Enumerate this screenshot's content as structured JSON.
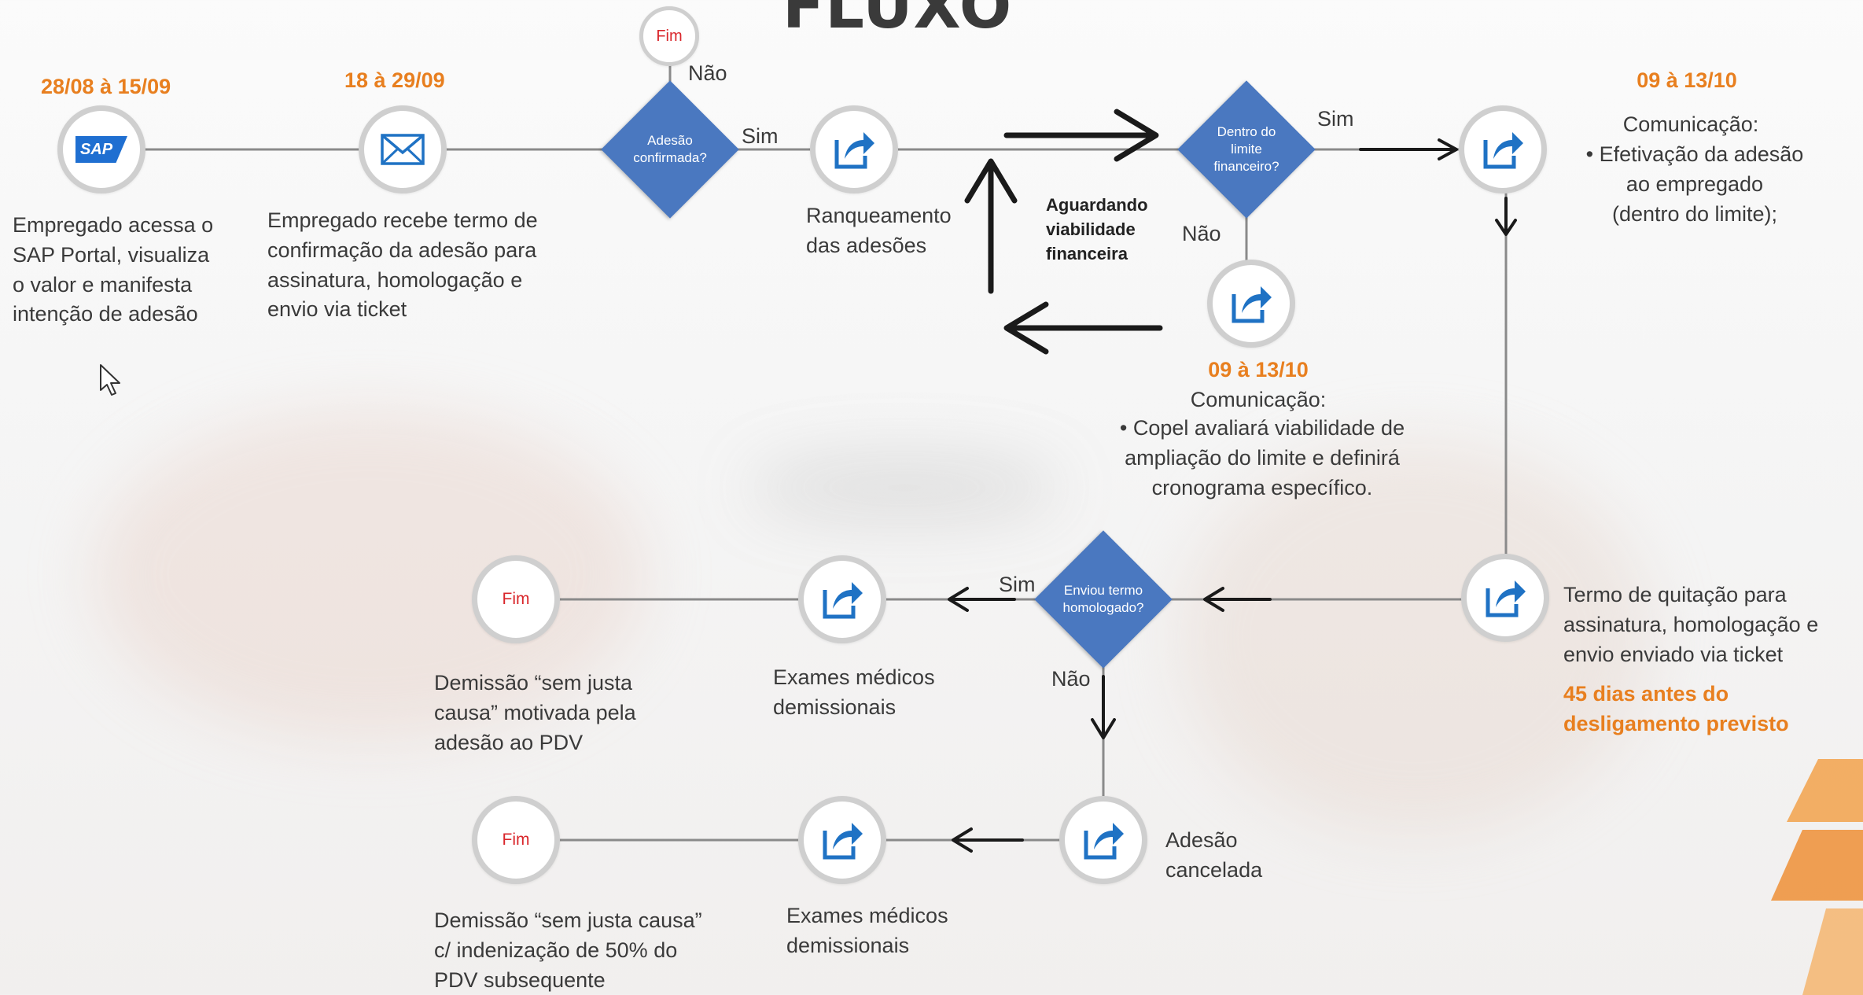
{
  "title": "FLUXO",
  "nodes": {
    "sap": {
      "logo_text": "SAP",
      "date": "28/08 à 15/09",
      "description": "Empregado acessa o\nSAP Portal, visualiza\no valor e manifesta\nintenção de adesão"
    },
    "email": {
      "date": "18 à 29/09",
      "description": "Empregado recebe termo de\nconfirmação da adesão para\nassinatura, homologação e\nenvio via ticket"
    },
    "decision_adesao": {
      "label": "Adesão\nconfirmada?",
      "yes": "Sim",
      "no": "Não",
      "end": "Fim"
    },
    "ranqueamento": {
      "description": "Ranqueamento\ndas adesões"
    },
    "aguardando": {
      "description": "Aguardando\nviabilidade\nfinanceira"
    },
    "decision_limite": {
      "label": "Dentro do\nlimite\nfinanceiro?",
      "yes": "Sim",
      "no": "Não"
    },
    "comunicacao_fora": {
      "date": "09 à 13/10",
      "heading": "Comunicação:",
      "bullet": "• Copel avaliará viabilidade de\nampliação do limite e definirá\ncronograma específico."
    },
    "comunicacao_dentro": {
      "date": "09 à 13/10",
      "heading": "Comunicação:",
      "bullet": "• Efetivação da adesão\nao empregado\n(dentro do limite);"
    },
    "termo_quitacao": {
      "description": "Termo de quitação para\nassinatura, homologação e\nenvio enviado via ticket",
      "deadline": "45 dias antes do\ndesligamento previsto"
    },
    "decision_envio": {
      "label": "Enviou termo\nhomologado?",
      "yes": "Sim",
      "no": "Não"
    },
    "exames_1": {
      "description": "Exames médicos\ndemissionais"
    },
    "fim_1": {
      "label": "Fim",
      "description": "Demissão “sem justa\ncausa” motivada pela\nadesão ao PDV"
    },
    "adesao_cancelada": {
      "description": "Adesão\ncancelada"
    },
    "exames_2": {
      "description": "Exames médicos\ndemissionais"
    },
    "fim_2": {
      "label": "Fim",
      "description": "Demissão “sem justa causa”\nc/ indenização de 50% do\nPDV subsequente"
    }
  },
  "colors": {
    "accent_orange": "#e87f1f",
    "diamond_blue": "#4a78c0",
    "fim_red": "#d9262b",
    "icon_blue": "#1f72c4",
    "line_gray": "#8a8a8a",
    "arrow_dark": "#1a1a1a"
  },
  "icons": [
    "sap-logo-icon",
    "envelope-icon",
    "share-arrow-icon",
    "mouse-cursor-icon"
  ]
}
